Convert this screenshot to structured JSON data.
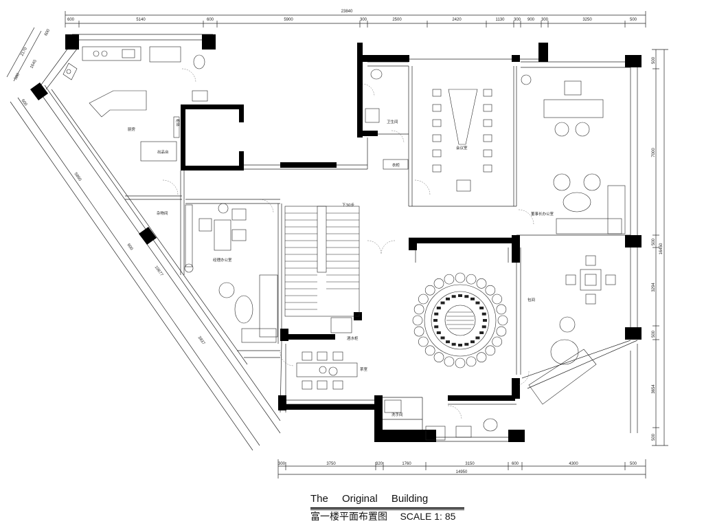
{
  "dimensions": {
    "top_total": "23840",
    "top": [
      "600",
      "5140",
      "600",
      "5900",
      "300",
      "2500",
      "2420",
      "1130",
      "300",
      "900",
      "300",
      "3250",
      "500"
    ],
    "bottom_total": "14950",
    "bottom": [
      "300",
      "3750",
      "320",
      "1760",
      "3150",
      "600",
      "4300",
      "500"
    ],
    "right_total": "16450",
    "right": [
      "500",
      "7000",
      "500",
      "3294",
      "500",
      "3654",
      "500"
    ],
    "left_diag": [
      "2170",
      "1645",
      "580",
      "600",
      "5860",
      "600",
      "10677",
      "3937"
    ],
    "small_top_left": "600",
    "stair_note": "下30步"
  },
  "rooms": {
    "kitchen": "厨房",
    "serving_counter": "出品台",
    "storage": "杂物间",
    "manager_office": "经理办公室",
    "restroom": "卫生间",
    "cloakroom": "衣柜",
    "meeting_room": "会议室",
    "chairman_office": "董事长办公室",
    "private_room": "包间",
    "tea_room": "茶室",
    "drink_counter": "酒水柜",
    "handwash": "洗手间",
    "cabinet_label": "柜体"
  },
  "caption": {
    "title_en": "The Original Building",
    "title_cn": "富一楼平面布置图",
    "scale": "SCALE 1: 85"
  }
}
